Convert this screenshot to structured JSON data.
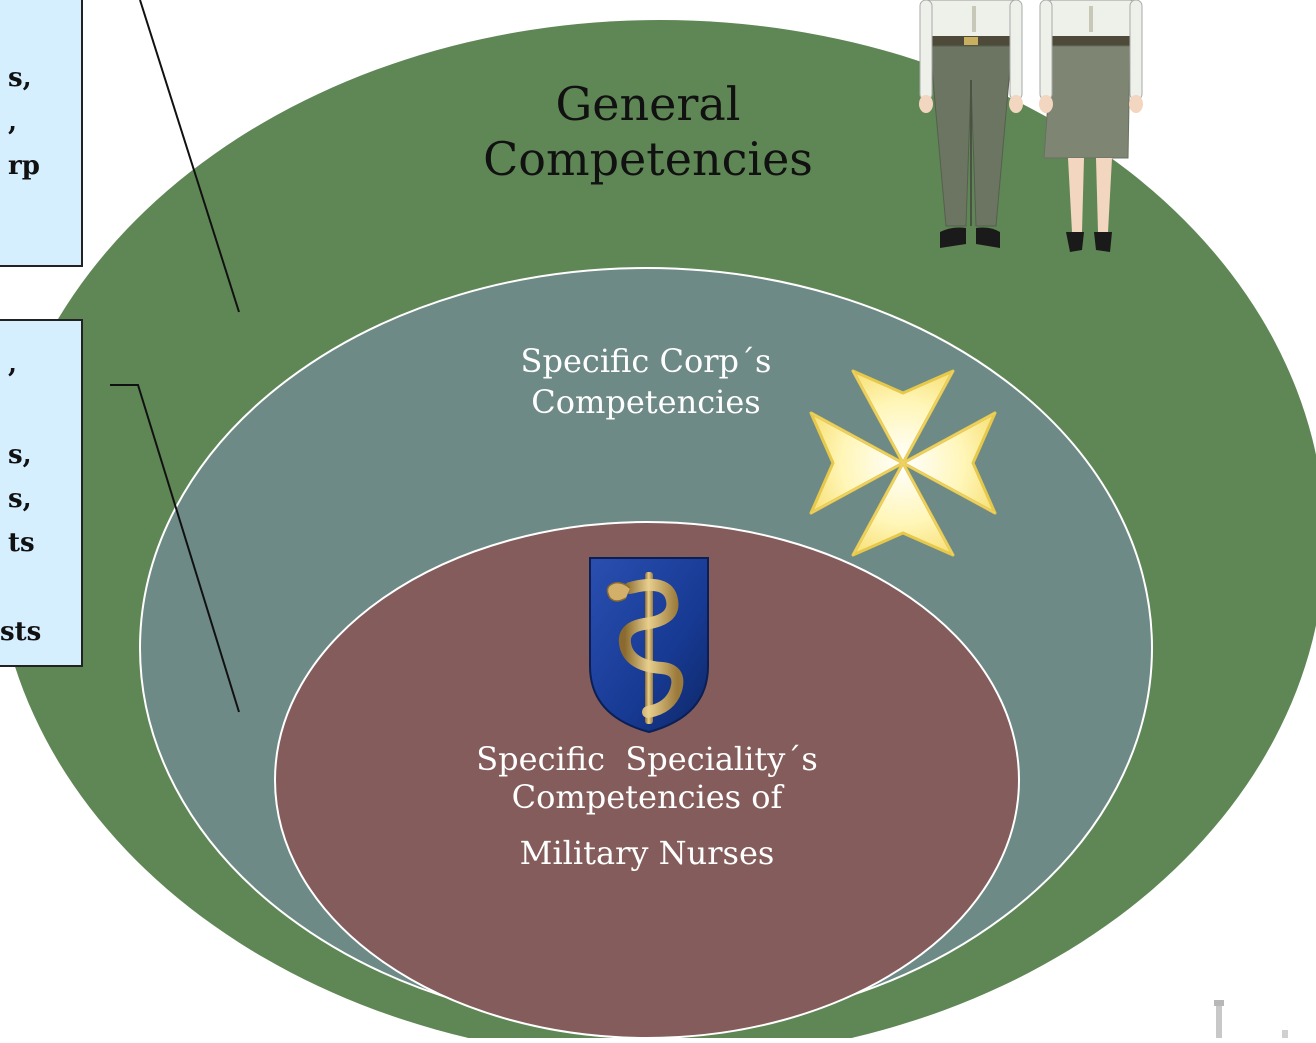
{
  "diagram": {
    "outer": {
      "title_line1": "General",
      "title_line2": "Competencies",
      "fill": "#5f8756"
    },
    "middle": {
      "title_line1": "Specific Corp´s",
      "title_line2": "Competencies",
      "fill": "#6e8a86"
    },
    "inner": {
      "title_line1": "Specific  Speciality´s",
      "title_line2": "Competencies of",
      "title_line3": "Military Nurses",
      "fill": "#845c5b"
    },
    "callout_top": {
      "lines": [
        "s,",
        ",",
        "rp"
      ],
      "fill": "#d6efff"
    },
    "callout_bottom": {
      "lines": [
        ",",
        "s,",
        "s,",
        "ts",
        "sts"
      ],
      "fill": "#d6efff"
    },
    "icons": {
      "uniform_figures": "military-uniform-figures-icon",
      "cross": "maltese-cross-icon",
      "emblem": "nursing-emblem-shield-icon"
    },
    "colors": {
      "cross_fill": "#fff3a8",
      "cross_stroke": "#e6c84a",
      "shield_blue": "#1a3a8f",
      "emblem_gold": "#c9a15a"
    }
  }
}
